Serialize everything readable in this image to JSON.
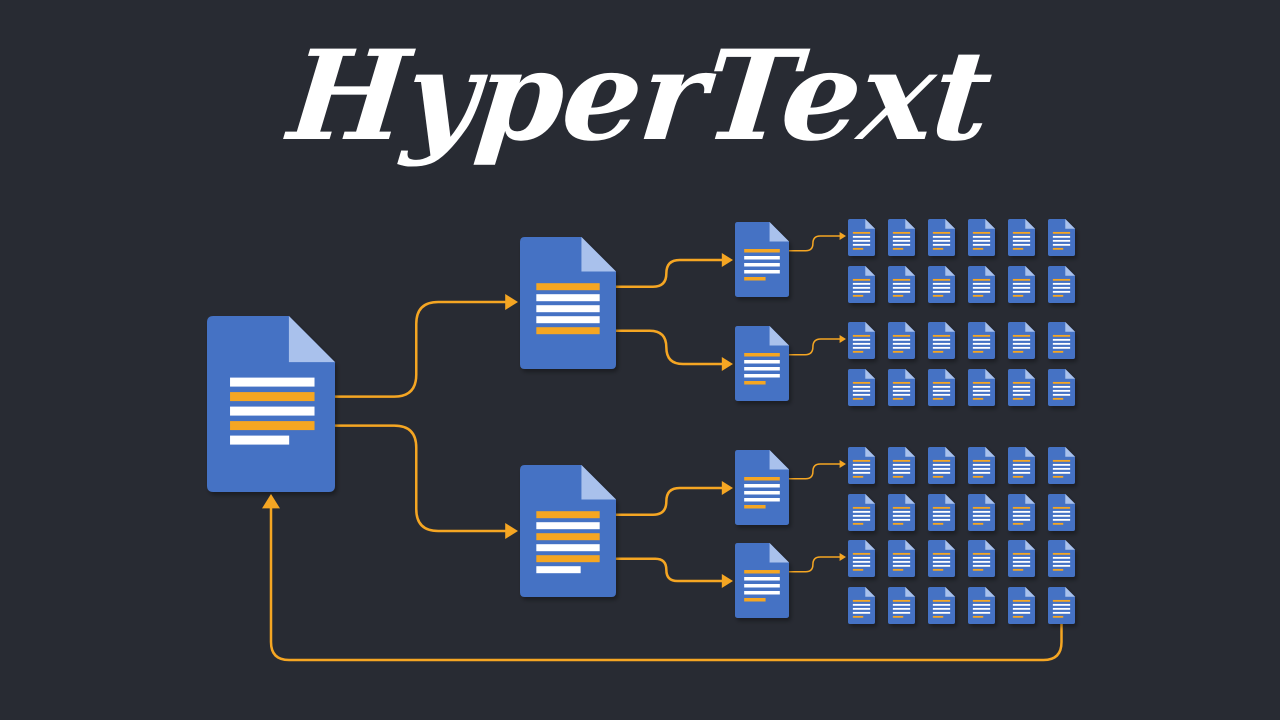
{
  "title": "HyperText",
  "colors": {
    "background": "#282b33",
    "document": "#4472c4",
    "document_fold": "#a9c1ec",
    "text_line": "#ffffff",
    "link_line": "#f5a623",
    "arrow": "#f5a623",
    "title": "#ffffff"
  },
  "icons": {
    "document": "document-icon",
    "arrow": "arrow-head-icon"
  },
  "diagram": {
    "root_document": {
      "lines": [
        "text",
        "link",
        "text",
        "link",
        "short"
      ]
    },
    "level1_documents": [
      {
        "lines": [
          "link",
          "text",
          "text",
          "text",
          "link"
        ]
      },
      {
        "lines": [
          "link",
          "text",
          "link",
          "text",
          "link",
          "short"
        ]
      }
    ],
    "level2_documents": [
      {
        "lines": [
          "link",
          "text",
          "text",
          "text",
          "short-link"
        ]
      },
      {
        "lines": [
          "link",
          "text",
          "text",
          "text",
          "short-link"
        ]
      },
      {
        "lines": [
          "link",
          "text",
          "text",
          "text",
          "short-link"
        ]
      },
      {
        "lines": [
          "link",
          "text",
          "text",
          "text",
          "short-link"
        ]
      }
    ],
    "grid": {
      "groups": 4,
      "rows_per_group": 2,
      "columns": 6
    },
    "back_link": {
      "from": "last-grid-document",
      "to": "root-document"
    }
  }
}
